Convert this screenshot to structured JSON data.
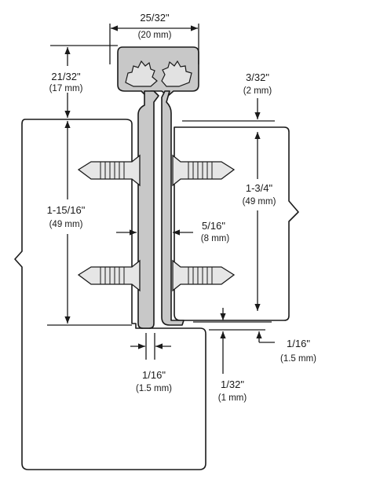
{
  "dimensions": {
    "top_width": {
      "imperial": "25/32\"",
      "metric": "(20 mm)"
    },
    "cap_height": {
      "imperial": "21/32\"",
      "metric": "(17 mm)"
    },
    "top_offset": {
      "imperial": "3/32\"",
      "metric": "(2 mm)"
    },
    "left_leaf": {
      "imperial": "1-15/16\"",
      "metric": "(49 mm)"
    },
    "right_leaf": {
      "imperial": "1-3/4\"",
      "metric": "(49 mm)"
    },
    "gap_center": {
      "imperial": "5/16\"",
      "metric": "(8 mm)"
    },
    "bottom_offset": {
      "imperial": "1/16\"",
      "metric": "(1.5 mm)"
    },
    "bottom_gap": {
      "imperial": "1/16\"",
      "metric": "(1.5 mm)"
    },
    "bottom_clear": {
      "imperial": "1/32\"",
      "metric": "(1 mm)"
    }
  },
  "colors": {
    "metal": "#c8c8c8",
    "line": "#1a1a1a",
    "background": "#ffffff"
  }
}
